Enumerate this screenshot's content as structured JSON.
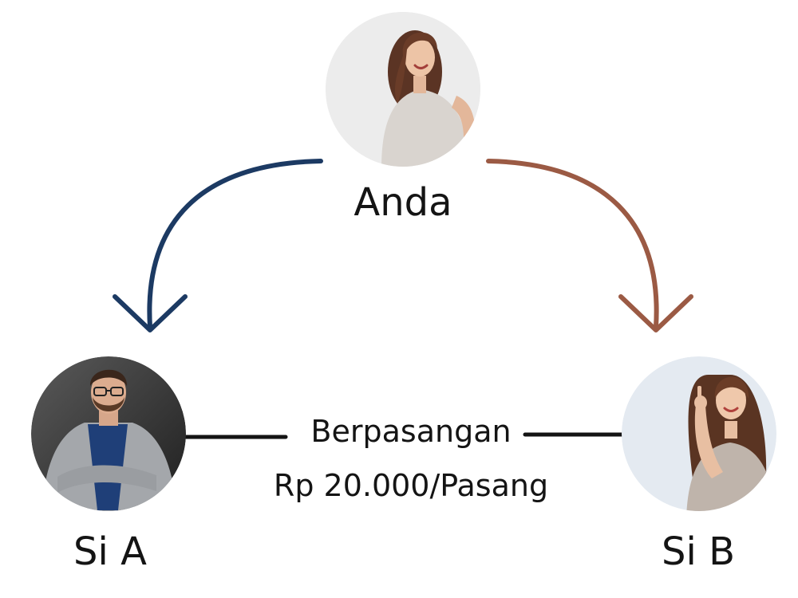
{
  "nodes": {
    "top": {
      "name": "Anda"
    },
    "left": {
      "name": "Si A"
    },
    "right": {
      "name": "Si B"
    }
  },
  "connection": {
    "label": "Berpasangan",
    "price": "Rp 20.000/Pasang"
  },
  "colors": {
    "arrow_left": "#1c3a63",
    "arrow_right": "#9b5a44",
    "connector": "#141414",
    "text": "#141414"
  },
  "icons": {
    "top_avatar": "woman-portrait-icon",
    "left_avatar": "man-portrait-icon",
    "right_avatar": "woman-pointing-portrait-icon"
  }
}
